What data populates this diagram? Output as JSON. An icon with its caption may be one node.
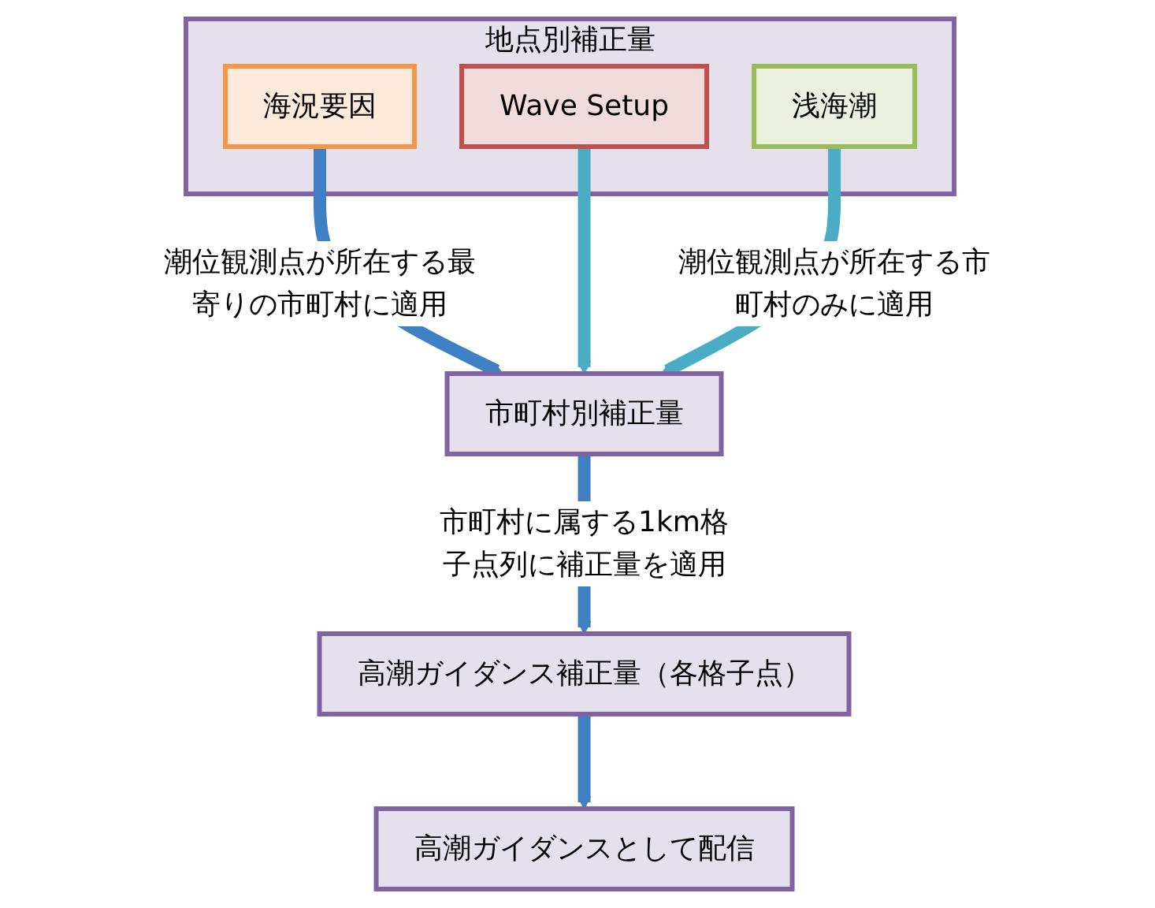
{
  "diagram": {
    "nodes": [
      {
        "text": [
          "地点別補正量"
        ]
      },
      {
        "text": [
          "海況要因"
        ],
        "in": 0
      },
      {
        "text": [
          "Wave Setup"
        ],
        "in": 0
      },
      {
        "text": [
          "浅海潮"
        ],
        "in": 0
      },
      {
        "text": [
          "市町村別補正量"
        ]
      },
      {
        "text": [
          "高潮ガイダンス補正量（各格子点）"
        ]
      },
      {
        "text": [
          "高潮ガイダンスとして配信"
        ]
      }
    ],
    "edges": [
      {
        "from": 1,
        "to": 4,
        "arrow": "to",
        "color": "#3f7fc4",
        "label": "潮位観測点が所在する最寄りの市町村に適用"
      },
      {
        "from": 2,
        "to": 4,
        "arrow": "to"
      },
      {
        "from": 3,
        "to": 4,
        "arrow": "to",
        "label": "潮位観測点が所在する市町村のみに適用"
      },
      {
        "from": 4,
        "to": 5,
        "arrow": "to",
        "color": "#3f7fc4",
        "label": "市町村に属する1km格子点列に補正量を適用"
      },
      {
        "from": 5,
        "to": 6,
        "arrow": "to",
        "color": "#3f7fc4"
      }
    ]
  }
}
